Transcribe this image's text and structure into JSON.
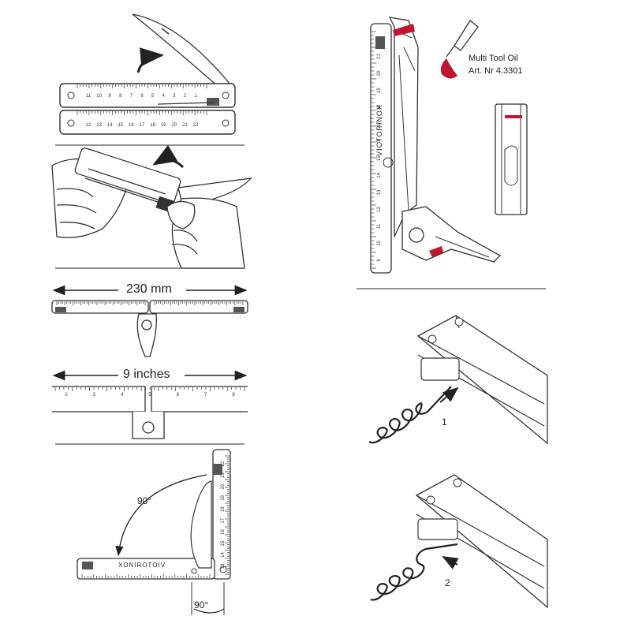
{
  "measure_mm": "230 mm",
  "measure_in": "9 inches",
  "angle_top": "90°",
  "angle_bottom": "90°",
  "oil_name": "Multi Tool Oil",
  "oil_article": "Art. Nr 4.3301",
  "step_1": "1",
  "step_2": "2",
  "brand": "VICTORINOX",
  "brand_mirrored": "XONIROTOIV",
  "ruler_cm_top": [
    "11",
    "10",
    "9",
    "8",
    "7",
    "6",
    "5",
    "4",
    "3",
    "2",
    "1"
  ],
  "ruler_cm_bottom": [
    "12",
    "13",
    "14",
    "15",
    "16",
    "17",
    "18",
    "19",
    "20",
    "21",
    "22"
  ],
  "ruler_vertical": [
    "22",
    "21",
    "20",
    "19",
    "18",
    "17",
    "16",
    "15",
    "14",
    "13",
    "12",
    "11",
    "10",
    "9"
  ],
  "ruler_inch": [
    "2",
    "3",
    "4",
    "5",
    "6",
    "7",
    "8"
  ],
  "colors": {
    "accent": "#c0152f",
    "line": "#333333"
  }
}
